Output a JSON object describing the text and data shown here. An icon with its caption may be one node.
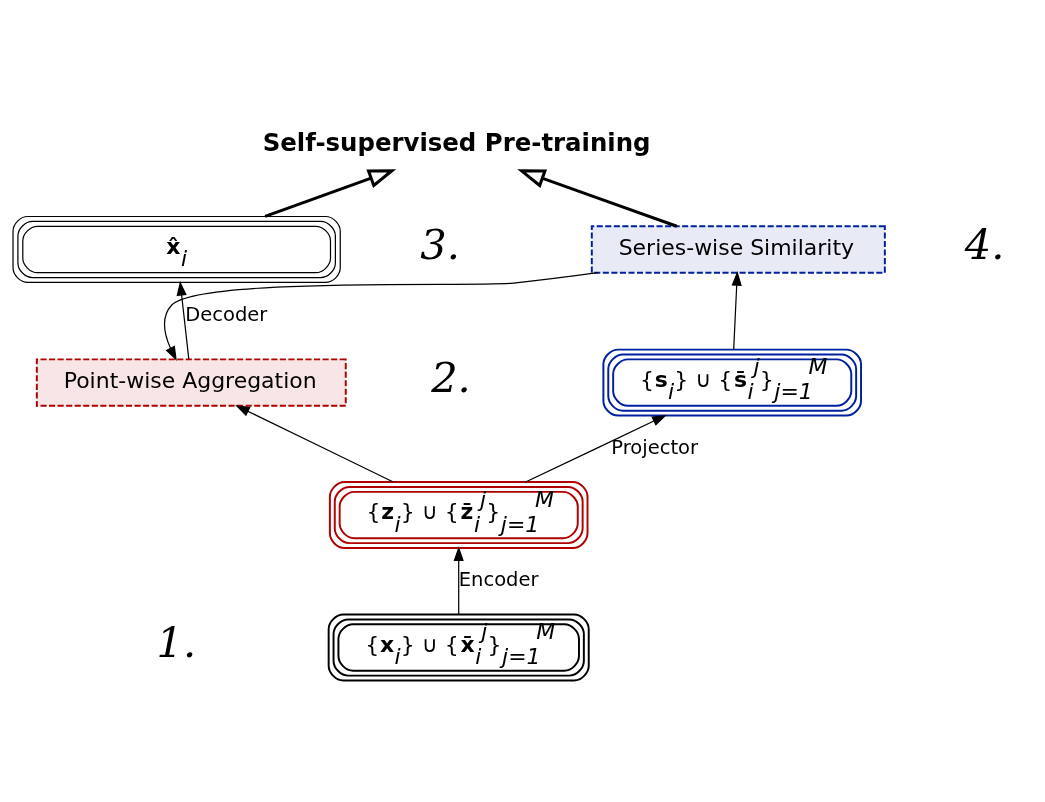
{
  "diagram": {
    "nodes": [
      {
        "text": [
          "Self-supervised Pre-training"
        ]
      },
      {
        "text": [
          "**x̂**$_{i}$"
        ]
      },
      {
        "text": [
          "Series-wise Similarity"
        ]
      },
      {
        "text": [
          "Point-wise Aggregation"
        ]
      },
      {
        "text": [
          "{**s**$_{i}$} ∪ {**s̄**$_{i}$$^{j}$}$_{j=1}$$^{M}$"
        ]
      },
      {
        "text": [
          "{**z**$_{i}$} ∪ {**z̄**$_{i}$$^{j}$}$_{j=1}$$^{M}$"
        ]
      },
      {
        "text": [
          "{**x**$_{i}$} ∪ {**x̄**$_{i}$$^{j}$}$_{j=1}$$^{M}$"
        ]
      }
    ],
    "edges": [
      {
        "from": 6,
        "to": 5,
        "arrow": "to",
        "label": "Encoder"
      },
      {
        "from": 5,
        "to": 4,
        "arrow": "to",
        "label": "Projector"
      },
      {
        "from": 5,
        "to": 3,
        "arrow": "to"
      },
      {
        "from": 4,
        "to": 2,
        "arrow": "to"
      },
      {
        "from": 2,
        "to": 3,
        "arrow": "to"
      },
      {
        "from": 3,
        "to": 1,
        "arrow": "to",
        "label": "Decoder"
      },
      {
        "from": 2,
        "to": 0,
        "arrow": "to",
        "style": "thick"
      },
      {
        "from": 1,
        "to": 0,
        "arrow": "to",
        "style": "thick"
      }
    ],
    "labels": [
      "4.",
      "3.",
      "2.",
      "1."
    ]
  }
}
